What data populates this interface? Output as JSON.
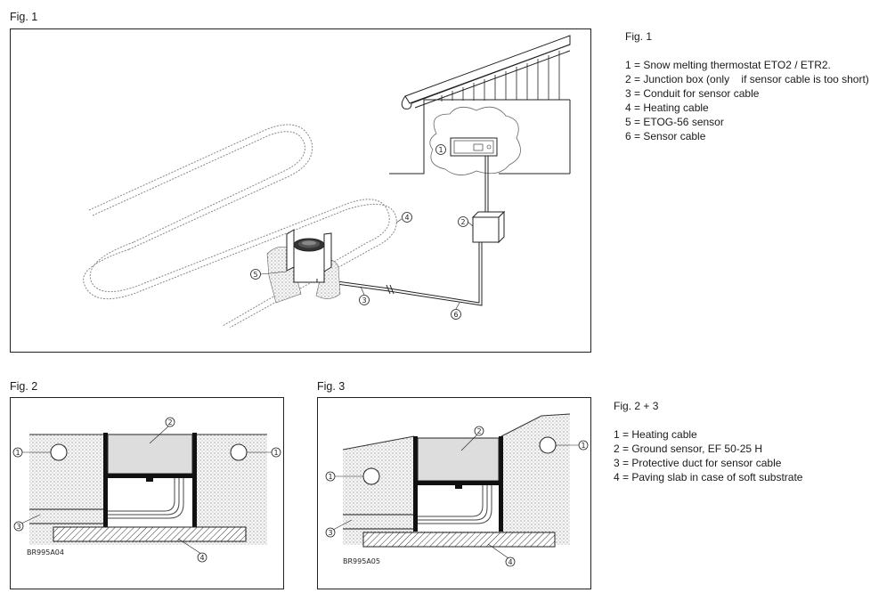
{
  "fig1": {
    "label": "Fig. 1",
    "legend_title": "Fig. 1",
    "legend": [
      "1 = Snow melting thermostat ETO2 / ETR2.",
      "2 = Junction box (only    if sensor cable is too short)",
      "3 = Conduit for sensor cable",
      "4 = Heating cable",
      "5 = ETOG-56 sensor",
      "6 = Sensor cable"
    ],
    "markers": [
      "1",
      "2",
      "3",
      "4",
      "5",
      "6"
    ]
  },
  "fig2": {
    "label": "Fig. 2",
    "code": "BR995A04",
    "markers": [
      "1",
      "2",
      "1",
      "3",
      "4"
    ]
  },
  "fig3": {
    "label": "Fig. 3",
    "code": "BR995A05",
    "markers": [
      "1",
      "2",
      "1",
      "3",
      "4"
    ]
  },
  "fig23": {
    "legend_title": "Fig. 2 + 3",
    "legend": [
      "1 = Heating cable",
      "2 = Ground sensor, EF 50-25 H",
      "3 = Protective duct for sensor cable",
      "4 = Paving slab in case of soft substrate"
    ]
  }
}
